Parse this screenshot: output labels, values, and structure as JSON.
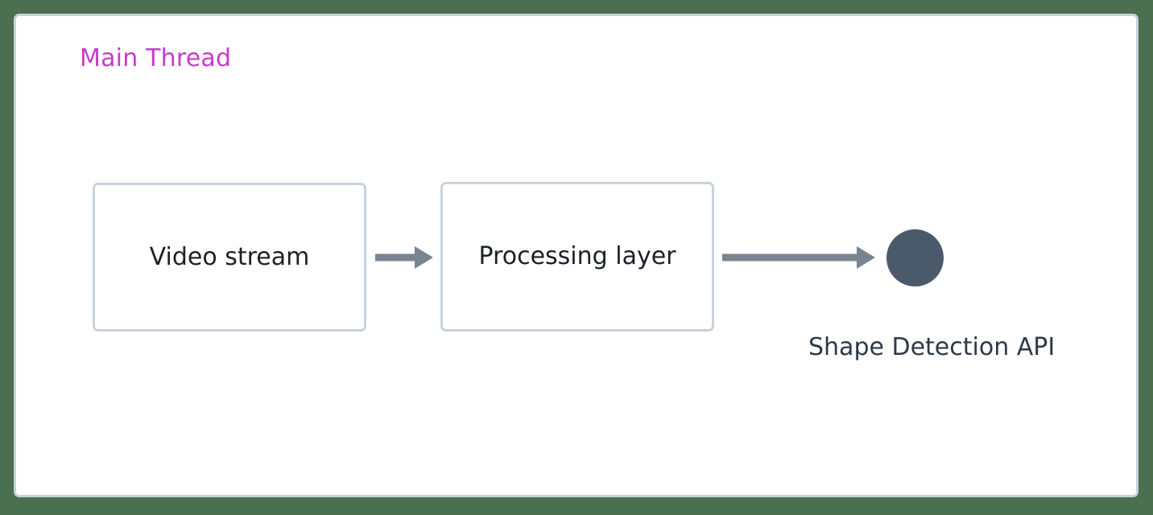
{
  "canvas": {
    "background_color": "#4a7050",
    "panel_background": "#ffffff",
    "panel_border_color": "#c7d2de"
  },
  "diagram": {
    "type": "flowchart",
    "direction": "left-to-right",
    "group": {
      "title": "Main Thread",
      "title_color": "#c83cc8"
    },
    "nodes": [
      {
        "id": "video-stream",
        "label": "Video stream",
        "shape": "rounded-rectangle",
        "border_color": "#c7d2de",
        "text_color": "#1b2128"
      },
      {
        "id": "processing-layer",
        "label": "Processing layer",
        "shape": "rounded-rectangle",
        "border_color": "#c7d2de",
        "text_color": "#1b2128"
      },
      {
        "id": "shape-detection-api",
        "label": "Shape Detection API",
        "shape": "circle",
        "fill_color": "#4b5a6b",
        "text_color": "#2e3a47"
      }
    ],
    "edges": [
      {
        "id": "edge-video-to-processing",
        "from": "video-stream",
        "to": "processing-layer",
        "style": "solid-arrow",
        "color": "#78848f"
      },
      {
        "id": "edge-processing-to-api",
        "from": "processing-layer",
        "to": "shape-detection-api",
        "style": "solid-arrow",
        "color": "#78848f"
      }
    ]
  }
}
